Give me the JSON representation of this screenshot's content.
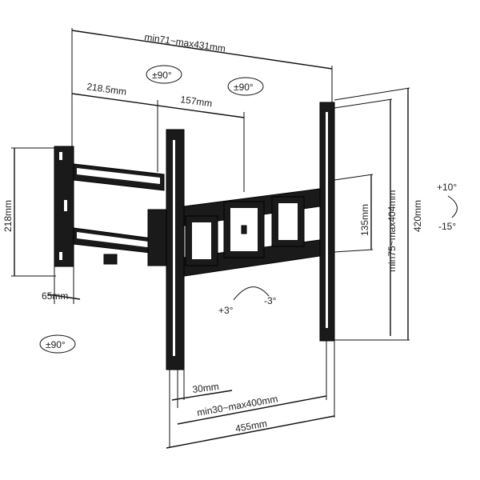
{
  "dimensions": {
    "arm_extension": "min71~max431mm",
    "arm_segment_1": "218.5mm",
    "arm_segment_2": "157mm",
    "wall_plate_height": "218mm",
    "wall_plate_width": "65mm",
    "tv_bracket_spacing": "135mm",
    "vertical_vesa": "min75~max404mm",
    "bracket_height": "420mm",
    "rail_width": "30mm",
    "horizontal_vesa": "min30~max400mm",
    "total_width": "455mm"
  },
  "angles": {
    "swivel_1": "±90°",
    "swivel_2": "±90°",
    "swivel_3": "±90°",
    "tilt_up": "+10°",
    "tilt_down": "-15°",
    "level_plus": "+3°",
    "level_minus": "-3°"
  }
}
